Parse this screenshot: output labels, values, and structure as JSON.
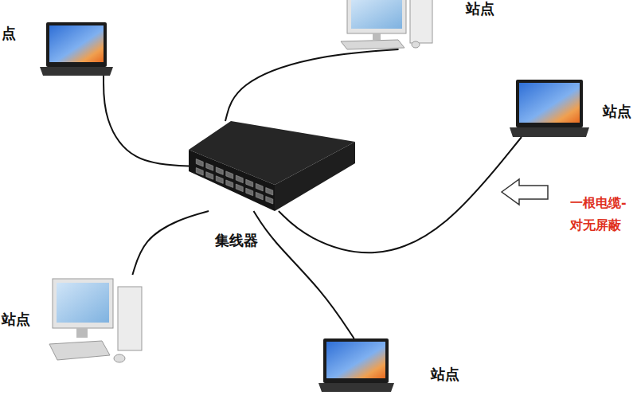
{
  "diagram": {
    "nodes": [
      {
        "text": [
          "点"
        ]
      },
      {
        "text": [
          "站点"
        ]
      },
      {
        "text": [
          "站点"
        ]
      },
      {
        "text": [
          "集线器"
        ]
      },
      {
        "text": [
          "站点"
        ]
      },
      {
        "text": [
          "站点"
        ]
      }
    ],
    "edges": [
      {
        "from": 0,
        "to": 3,
        "arrow": "none"
      },
      {
        "from": 1,
        "to": 3,
        "arrow": "none"
      },
      {
        "from": 2,
        "to": 3,
        "arrow": "none"
      },
      {
        "from": 4,
        "to": 3,
        "arrow": "none"
      },
      {
        "from": 5,
        "to": 3,
        "arrow": "none"
      }
    ],
    "labels": [
      "一根电缆- 对无屏蔽"
    ]
  }
}
